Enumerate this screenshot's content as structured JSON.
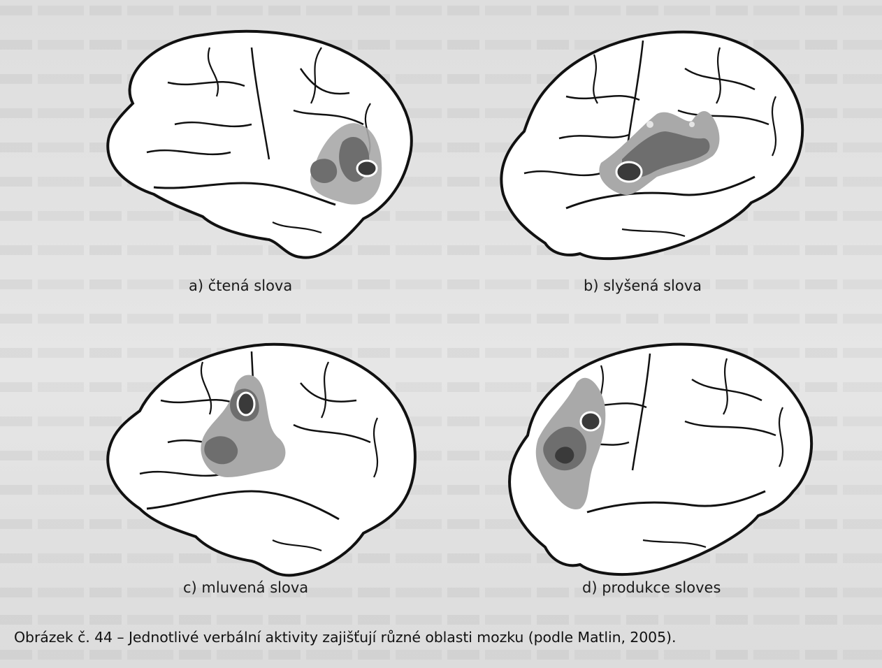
{
  "figure": {
    "panels": [
      {
        "id": "a",
        "label": "a) čtená slova"
      },
      {
        "id": "b",
        "label": "b) slyšená slova"
      },
      {
        "id": "c",
        "label": "c) mluvená slova"
      },
      {
        "id": "d",
        "label": "d) produkce sloves"
      }
    ],
    "caption": "Obrázek č. 44 – Jednotlivé verbální aktivity zajišťují různé oblasti mozku (podle Matlin, 2005)."
  },
  "colors": {
    "outline": "#111111",
    "fill": "#ffffff",
    "activation_light": "#a9a9a9",
    "activation_mid": "#6e6e6e",
    "activation_dark": "#3a3a3a",
    "paper": "#e0e0e0"
  }
}
